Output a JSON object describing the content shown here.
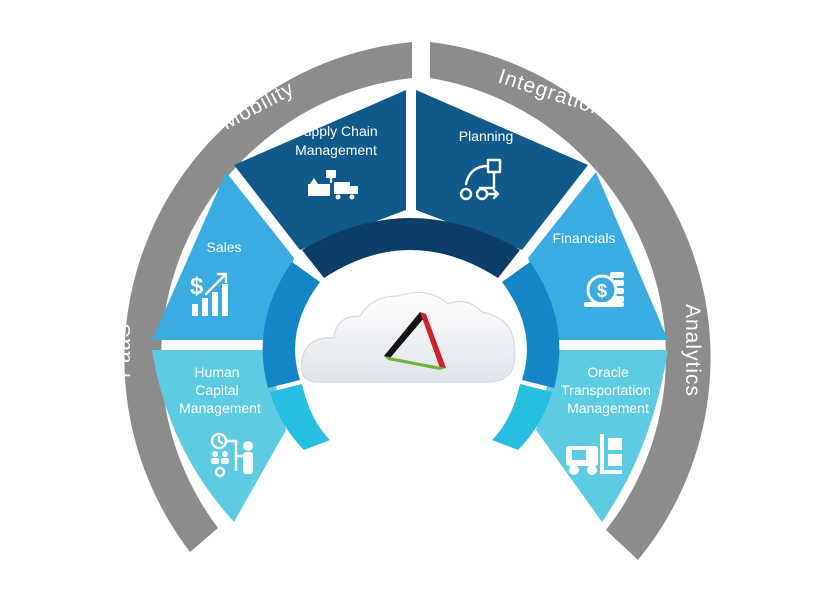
{
  "ring": {
    "color": "#8c8c8c",
    "labels": {
      "mobility": "Mobility",
      "integration": "Integration",
      "paas": "PaaS",
      "analytics": "Analytics"
    }
  },
  "segments": {
    "supply_chain": {
      "line1": "Supply Chain",
      "line2": "Management",
      "color": "#0f5a8a",
      "icon": "supply-chain-icon"
    },
    "planning": {
      "line1": "Planning",
      "color": "#0f5a8a",
      "icon": "planning-flow-icon"
    },
    "sales": {
      "line1": "Sales",
      "color": "#3aace2",
      "icon": "sales-growth-icon"
    },
    "financials": {
      "line1": "Financials",
      "color": "#3aace2",
      "icon": "coins-dollar-icon"
    },
    "hcm": {
      "line1": "Human",
      "line2": "Capital",
      "line3": "Management",
      "color": "#5dcbe2",
      "icon": "people-org-icon"
    },
    "otm": {
      "line1": "Oracle",
      "line2": "Transportation",
      "line3": "Management",
      "color": "#5dcbe2",
      "icon": "forklift-icon"
    }
  },
  "center": {
    "gear_colors": [
      "#0b3d66",
      "#1486c8",
      "#26bfe0"
    ],
    "logo_colors": {
      "black": "#111111",
      "red": "#d0202a",
      "green": "#6cb536"
    }
  }
}
